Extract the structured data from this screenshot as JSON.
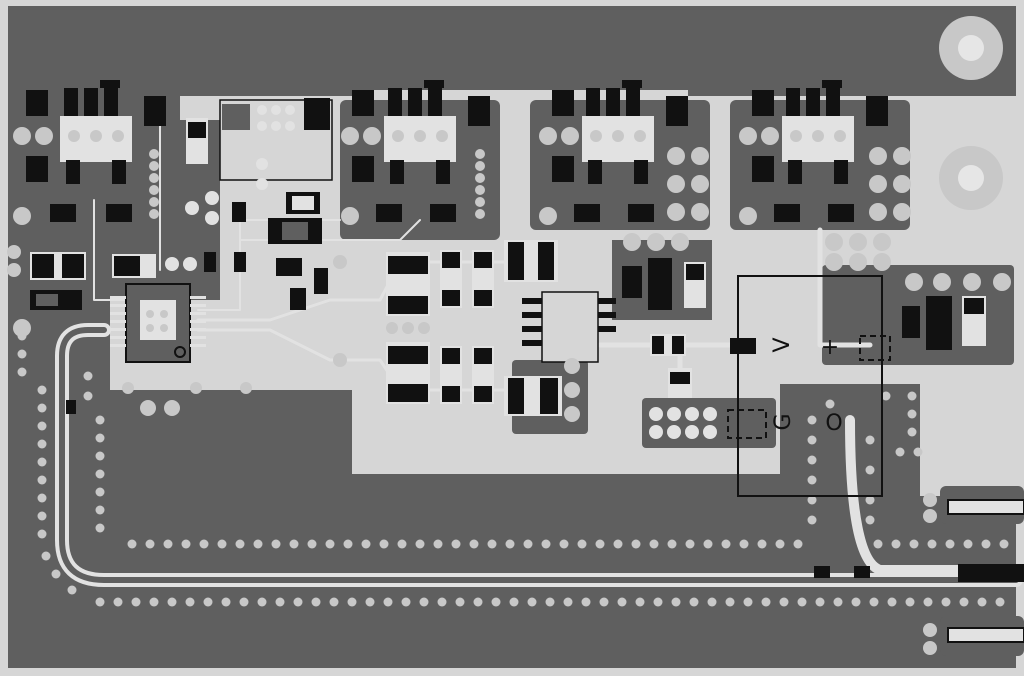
{
  "colors": {
    "substrate": "#d6d6d6",
    "copper": "#5f5f5f",
    "pad": "#e2e2e2",
    "body": "#111111",
    "via": "#c8c8c8",
    "silk": "#111111"
  },
  "markings": {
    "v_label": "V",
    "plus_label": "+",
    "g_label": "G",
    "o_label": "O"
  }
}
